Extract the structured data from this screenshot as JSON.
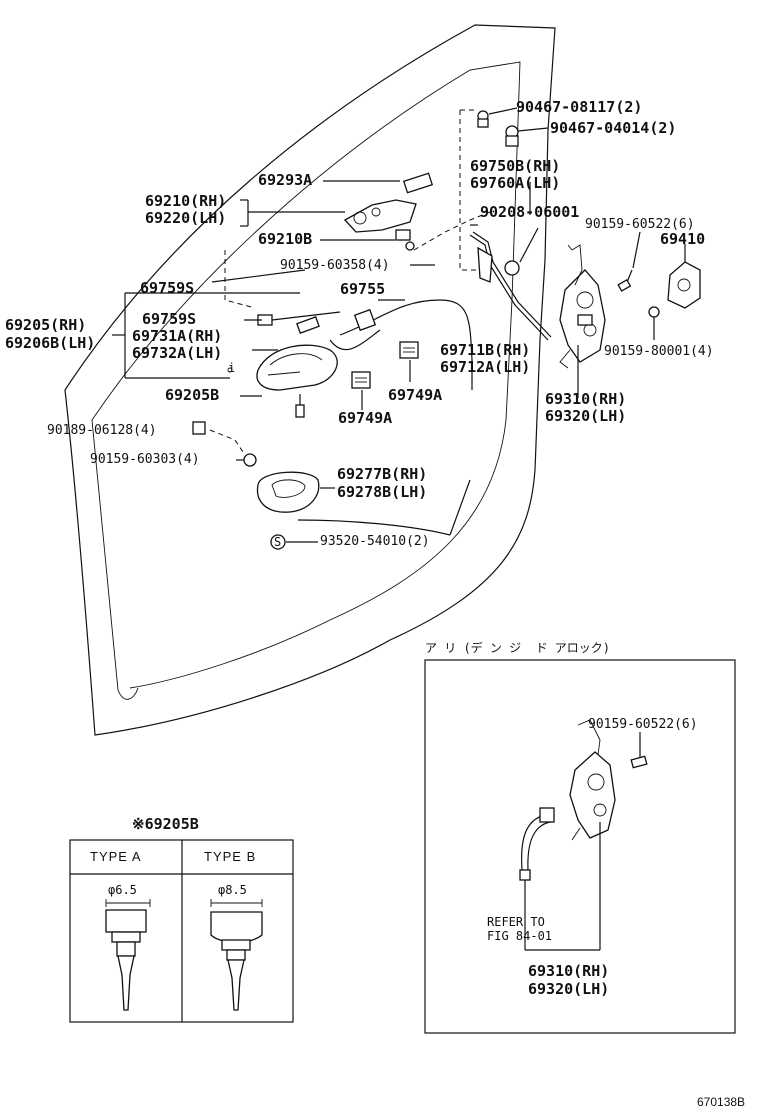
{
  "diagram": {
    "callouts": {
      "p90467_08117": "90467-08117(2)",
      "p90467_04014": "90467-04014(2)",
      "p69750B": "69750B(RH)",
      "p69760A": "69760A(LH)",
      "p69293A": "69293A",
      "p69210_rh": "69210(RH)",
      "p69220_lh": "69220(LH)",
      "p90208_06001": "90208-06001",
      "p90159_60522_main": "90159-60522(6)",
      "p69410": "69410",
      "p69210B": "69210B",
      "p90159_60358": "90159-60358(4)",
      "p69759S_a": "69759S",
      "p69755": "69755",
      "p69205_rh": "69205(RH)",
      "p69206B_lh": "69206B(LH)",
      "p69759S_b": "69759S",
      "p69731A": "69731A(RH)",
      "p69732A": "69732A(LH)",
      "p90159_80001": "90159-80001(4)",
      "p69711B": "69711B(RH)",
      "p69712A": "69712A(LH)",
      "p69205B": "69205B",
      "p69749A_a": "69749A",
      "p69310_main": "69310(RH)",
      "p69320_main": "69320(LH)",
      "p69749A_b": "69749A",
      "p90189_06128": "90189-06128(4)",
      "p90159_60303": "90159-60303(4)",
      "p69277B": "69277B(RH)",
      "p69278B": "69278B(LH)",
      "p93520_54010": "93520-54010(2)",
      "s_marker": "S",
      "i_marker": "i"
    },
    "inset": {
      "heading": "ア リ (デ ン ジ  ド アロック)",
      "p90159_60522": "90159-60522(6)",
      "refer_line1": "REFER TO",
      "refer_line2": "FIG 84-01",
      "p69310": "69310(RH)",
      "p69320": "69320(LH)"
    },
    "type_table": {
      "title": "※69205B",
      "col_a": "TYPE A",
      "col_b": "TYPE B",
      "dim_a": "φ6.5",
      "dim_b": "φ8.5"
    },
    "figure_id": "670138B"
  }
}
